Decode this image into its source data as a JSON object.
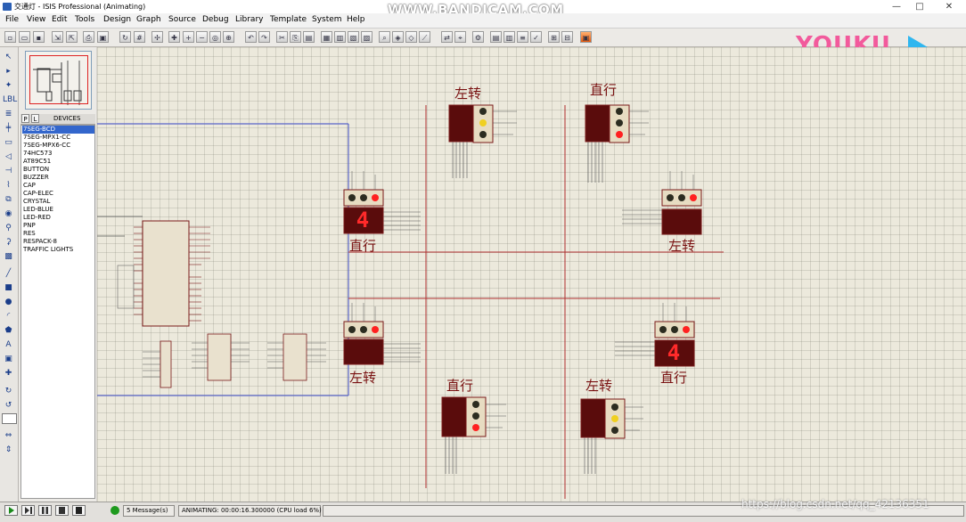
{
  "window": {
    "title": "交通灯 - ISIS Professional (Animating)",
    "buttons": [
      "—",
      "□",
      "✕"
    ]
  },
  "recording_watermark": "WWW.BANDICAM.COM",
  "menu": [
    "File",
    "View",
    "Edit",
    "Tools",
    "Design",
    "Graph",
    "Source",
    "Debug",
    "Library",
    "Template",
    "System",
    "Help"
  ],
  "youku_logo": "YOUKU",
  "device_panel": {
    "tabs": [
      "P",
      "L"
    ],
    "title": "DEVICES",
    "items": [
      "7SEG-BCD",
      "7SEG-MPX1-CC",
      "7SEG-MPX6-CC",
      "74HC573",
      "AT89C51",
      "BUTTON",
      "BUZZER",
      "CAP",
      "CAP-ELEC",
      "CRYSTAL",
      "LED-BLUE",
      "LED-RED",
      "PNP",
      "RES",
      "RESPACK-8",
      "TRAFFIC LIGHTS"
    ],
    "selected_index": 0
  },
  "intersection_labels": [
    {
      "id": "north_left",
      "text": "左转",
      "light": "yellow"
    },
    {
      "id": "north_straight",
      "text": "直行",
      "light": "red"
    },
    {
      "id": "east_left",
      "text": "左转",
      "light": "red"
    },
    {
      "id": "west_straight",
      "text": "直行",
      "light": "red"
    },
    {
      "id": "west_left",
      "text": "左转",
      "light": "red"
    },
    {
      "id": "east_straight",
      "text": "直行",
      "light": "red"
    },
    {
      "id": "south_straight",
      "text": "直行",
      "light": "red"
    },
    {
      "id": "south_left",
      "text": "左转",
      "light": "yellow"
    }
  ],
  "seven_seg_digits": [
    "4",
    "4"
  ],
  "status": {
    "messages": "5 Message(s)",
    "animation": "ANIMATING: 00:00:16.300000 (CPU load 6%)"
  },
  "blog_watermark": "https://blog.csdn.net/qq_42136351",
  "colors": {
    "canvas": "#ece9dc",
    "wire_blue": "#5a66c8",
    "road_red": "#b03030",
    "digit_red": "#ff2a2a",
    "device_selected": "#3366cc",
    "youku_pink": "#f25a9c",
    "youku_blue": "#2fb6ef"
  }
}
